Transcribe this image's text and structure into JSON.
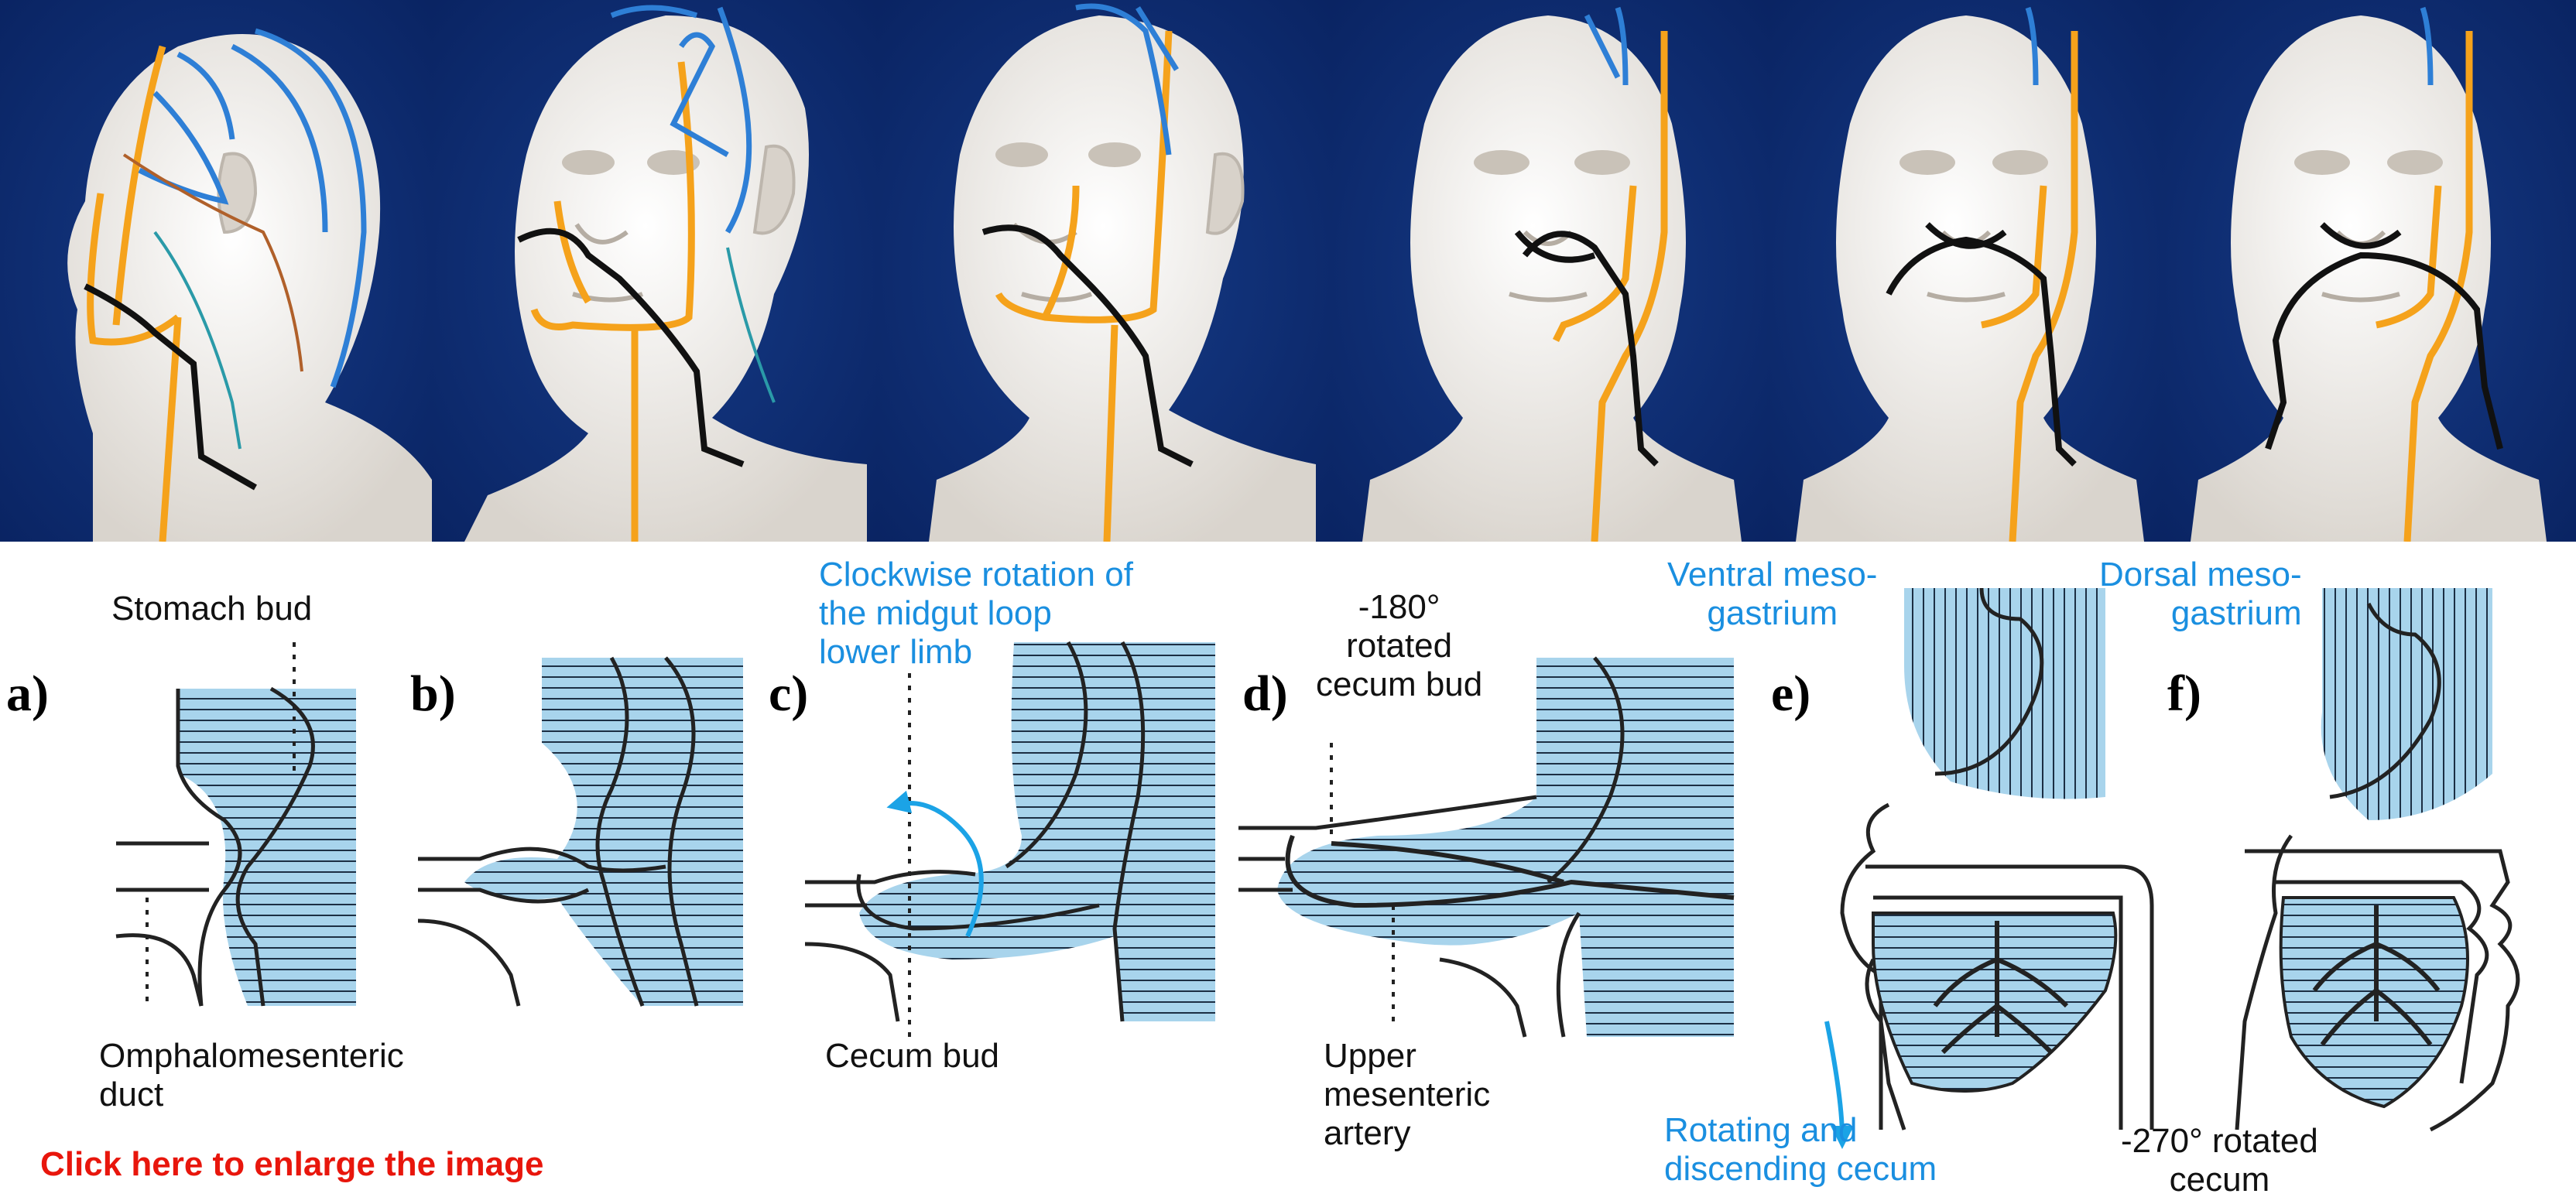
{
  "photos": {
    "count": 6,
    "colors": {
      "background": "#0b2a6e",
      "bust": "#ece8e2",
      "orange_line": "#f5a21b",
      "blue_line": "#2e7fd6",
      "black_line": "#111111",
      "teal_line": "#2a9aa8",
      "brown_line": "#b0602a"
    }
  },
  "colors": {
    "tissue": "#a8d4ec",
    "outline": "#222222",
    "label_blue": "#1a8fe0",
    "link_red": "#e8160c",
    "arrow_blue": "#1ba3e6"
  },
  "panels": [
    {
      "letter": "a)"
    },
    {
      "letter": "b)"
    },
    {
      "letter": "c)"
    },
    {
      "letter": "d)"
    },
    {
      "letter": "e)"
    },
    {
      "letter": "f)"
    }
  ],
  "labels": {
    "stomach_bud": "Stomach bud",
    "omphalo": "Omphalomesenteric\nduct",
    "clockwise": "Clockwise rotation of\nthe midgut loop\nlower limb",
    "cecum_bud": "Cecum bud",
    "rotated_180": "-180°\nrotated\ncecum bud",
    "upper_mesenteric": "Upper\nmesenteric\nartery",
    "ventral": "Ventral meso-\ngastrium",
    "dorsal": "Dorsal meso-\ngastrium",
    "rotating": "Rotating and\ndiscending cecum",
    "rotated_270": "-270° rotated\ncecum"
  },
  "link": {
    "text": "Click here to enlarge the image"
  }
}
